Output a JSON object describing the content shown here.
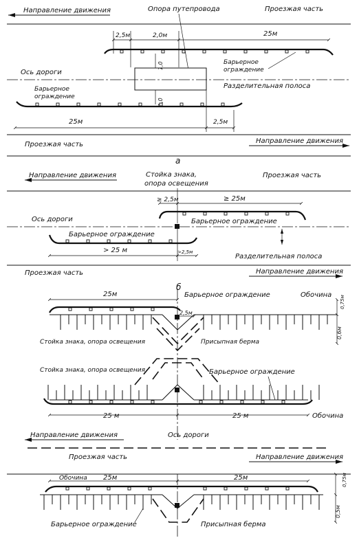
{
  "labels": {
    "dir_left": "Направление движения",
    "dir_right": "Направление движения",
    "carriageway": "Проезжая часть",
    "road_axis_short": "Ось дороги",
    "road_axis": "Ось дороги",
    "median_strip": "Разделительная полоса",
    "barrier": "Барьерное ограждение",
    "barrier_l1": "Барьерное",
    "barrier_l2": "ограждение",
    "overpass_support": "Опора путепровода",
    "sign_post_l1": "Стойка знака,",
    "sign_post_l2": "опора освещения",
    "sign_post": "Стойка знака, опора освещения",
    "shoulder": "Обочина",
    "berm": "Присыпная берма"
  },
  "dimensions": {
    "m25": "25м",
    "m25s": "25 м",
    "m2_5": "2,5м",
    "m2_0": "2,0м",
    "m1_0": "1,0",
    "ge2_5": "≥ 2,5м",
    "ge25": "≥ 25м",
    "gt25": "> 25 м",
    "gt2_5": ">2,5м",
    "m0_75": "0,75м",
    "m0_6": "0,6м",
    "m0_5": "0,5м"
  },
  "panels": {
    "a": "а",
    "b": "б"
  }
}
